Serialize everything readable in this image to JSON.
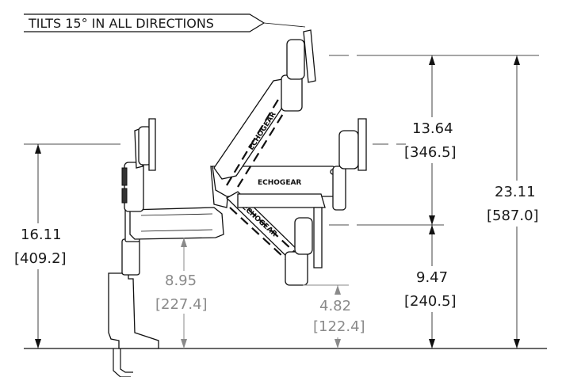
{
  "callout": {
    "text": "TILTS 15° IN ALL DIRECTIONS"
  },
  "brand": {
    "logo_text": "ECHOGEAR"
  },
  "dimensions": {
    "total_height": {
      "inches": "23.11",
      "mm": "[587.0]"
    },
    "upper_span": {
      "inches": "13.64",
      "mm": "[346.5]"
    },
    "lower_span": {
      "inches": "9.47",
      "mm": "[240.5]"
    },
    "left_height": {
      "inches": "16.11",
      "mm": "[409.2]"
    },
    "arm_height": {
      "inches": "8.95",
      "mm": "[227.4]"
    },
    "low_position": {
      "inches": "4.82",
      "mm": "[122.4]"
    }
  },
  "colors": {
    "line": "#111111",
    "gray_dimension": "#8a8a8a"
  }
}
